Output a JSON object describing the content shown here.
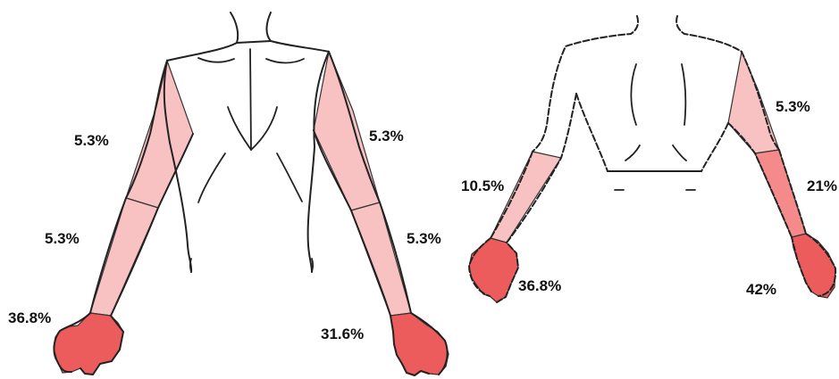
{
  "colors": {
    "light": "#f8c2c2",
    "medium": "#f48a8a",
    "dark": "#ec5c5c",
    "outline": "#222222",
    "text": "#111111"
  },
  "front_view": {
    "left_upper_arm": {
      "label": "5.3%",
      "value": 5.3,
      "tone": "light"
    },
    "left_forearm": {
      "label": "5.3%",
      "value": 5.3,
      "tone": "light"
    },
    "left_hand": {
      "label": "36.8%",
      "value": 36.8,
      "tone": "dark"
    },
    "right_upper_arm": {
      "label": "5.3%",
      "value": 5.3,
      "tone": "light"
    },
    "right_forearm": {
      "label": "5.3%",
      "value": 5.3,
      "tone": "light"
    },
    "right_hand": {
      "label": "31.6%",
      "value": 31.6,
      "tone": "dark"
    }
  },
  "back_view": {
    "left_forearm": {
      "label": "10.5%",
      "value": 10.5,
      "tone": "light"
    },
    "left_hand": {
      "label": "36.8%",
      "value": 36.8,
      "tone": "dark"
    },
    "right_upper_arm": {
      "label": "5.3%",
      "value": 5.3,
      "tone": "light"
    },
    "right_forearm": {
      "label": "21%",
      "value": 21,
      "tone": "medium"
    },
    "right_hand": {
      "label": "42%",
      "value": 42,
      "tone": "dark"
    }
  }
}
